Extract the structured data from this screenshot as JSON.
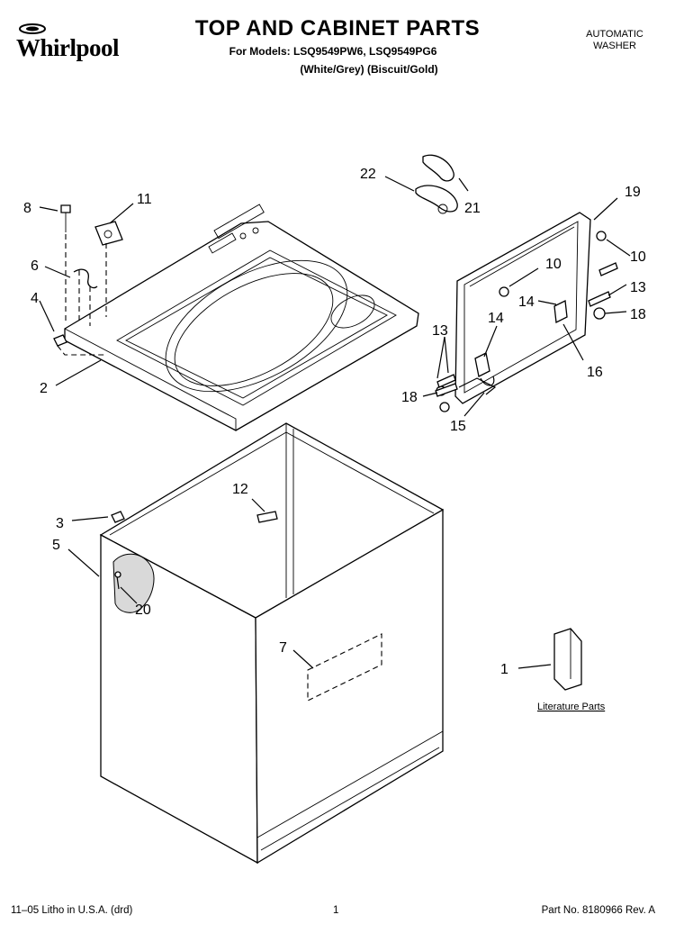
{
  "header": {
    "brand": "Whirlpool",
    "title": "TOP AND CABINET PARTS",
    "models": "For Models: LSQ9549PW6, LSQ9549PG6",
    "variants": "(White/Grey) (Biscuit/Gold)",
    "appliance_line1": "AUTOMATIC",
    "appliance_line2": "WASHER"
  },
  "callouts": {
    "c1": "1",
    "c2": "2",
    "c3": "3",
    "c4": "4",
    "c5": "5",
    "c6": "6",
    "c7": "7",
    "c8": "8",
    "c10a": "10",
    "c10b": "10",
    "c11": "11",
    "c12": "12",
    "c13a": "13",
    "c13b": "13",
    "c14a": "14",
    "c14b": "14",
    "c15": "15",
    "c16": "16",
    "c18a": "18",
    "c18b": "18",
    "c19": "19",
    "c20": "20",
    "c21": "21",
    "c22": "22"
  },
  "literature_label": "Literature Parts",
  "footer": {
    "litho": "11–05 Litho in U.S.A. (drd)",
    "page": "1",
    "part_no": "Part No. 8180966 Rev. A"
  }
}
